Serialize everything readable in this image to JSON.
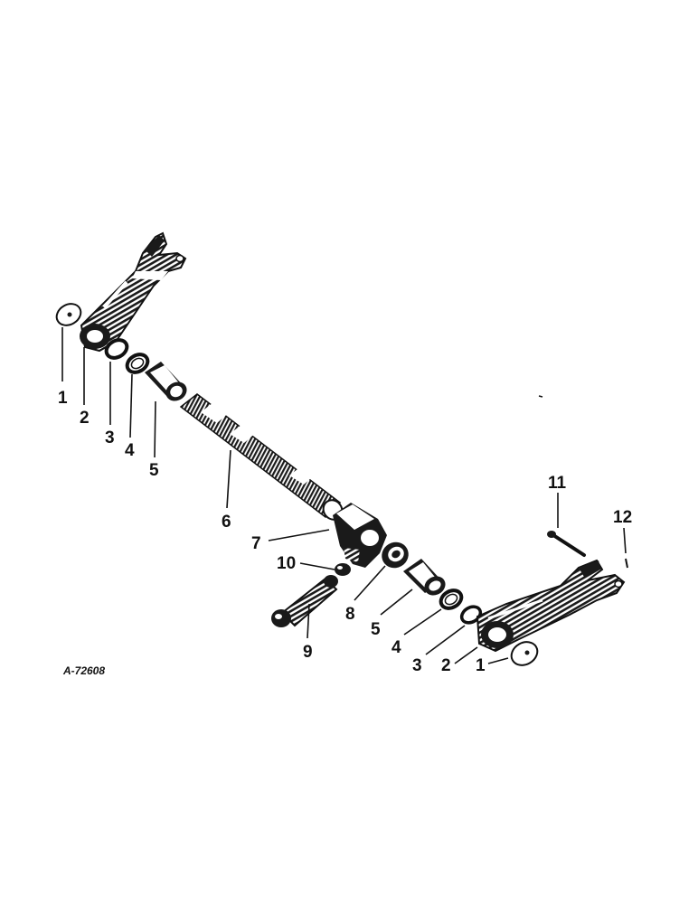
{
  "drawing_code": "A-72608",
  "callouts": [
    {
      "id": "c1a",
      "text": "1"
    },
    {
      "id": "c2a",
      "text": "2"
    },
    {
      "id": "c3a",
      "text": "3"
    },
    {
      "id": "c4a",
      "text": "4"
    },
    {
      "id": "c5a",
      "text": "5"
    },
    {
      "id": "c6",
      "text": "6"
    },
    {
      "id": "c7",
      "text": "7"
    },
    {
      "id": "c10",
      "text": "10"
    },
    {
      "id": "c8",
      "text": "8"
    },
    {
      "id": "c5b",
      "text": "5"
    },
    {
      "id": "c4b",
      "text": "4"
    },
    {
      "id": "c3b",
      "text": "3"
    },
    {
      "id": "c2b",
      "text": "2"
    },
    {
      "id": "c1b",
      "text": "1"
    },
    {
      "id": "c9",
      "text": "9"
    },
    {
      "id": "c11",
      "text": "11"
    },
    {
      "id": "c12",
      "text": "12"
    }
  ]
}
